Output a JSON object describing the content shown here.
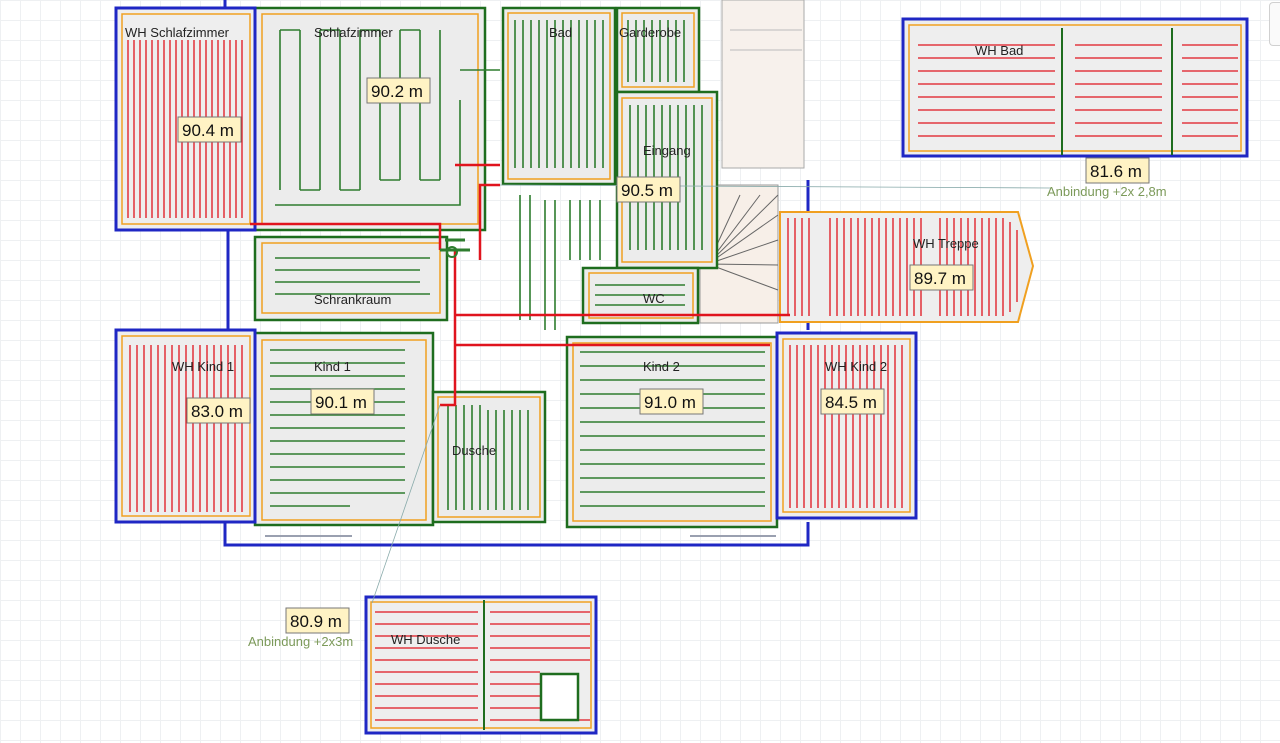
{
  "rooms": {
    "wh_schlafzimmer": "WH Schlafzimmer",
    "schlafzimmer": "Schlafzimmer",
    "bad": "Bad",
    "garderobe": "Garderobe",
    "eingang": "Eingang",
    "schrankraum": "Schrankraum",
    "wc": "WC",
    "wh_treppe": "WH Treppe",
    "wh_bad": "WH Bad",
    "wh_kind1": "WH Kind 1",
    "kind1": "Kind 1",
    "kind2": "Kind 2",
    "wh_kind2": "WH Kind 2",
    "dusche": "Dusche",
    "wh_dusche": "WH Dusche"
  },
  "lengths": {
    "wh_schlafzimmer": "90.4 m",
    "schlafzimmer": "90.2 m",
    "eingang": "90.5 m",
    "wh_bad": "81.6 m",
    "wh_treppe": "89.7 m",
    "wh_kind1": "83.0 m",
    "kind1": "90.1 m",
    "kind2": "91.0 m",
    "wh_kind2": "84.5 m",
    "wh_dusche": "80.9 m"
  },
  "notes": {
    "wh_bad": "Anbindung +2x 2,8m",
    "wh_dusche": "Anbindung +2x3m"
  },
  "colors": {
    "wall": "#1f27c4",
    "floor_heating": "#2e7d2e",
    "wall_heating": "#e0141e",
    "room_edge": "#f0a020",
    "label_box": "#fff3c4"
  }
}
